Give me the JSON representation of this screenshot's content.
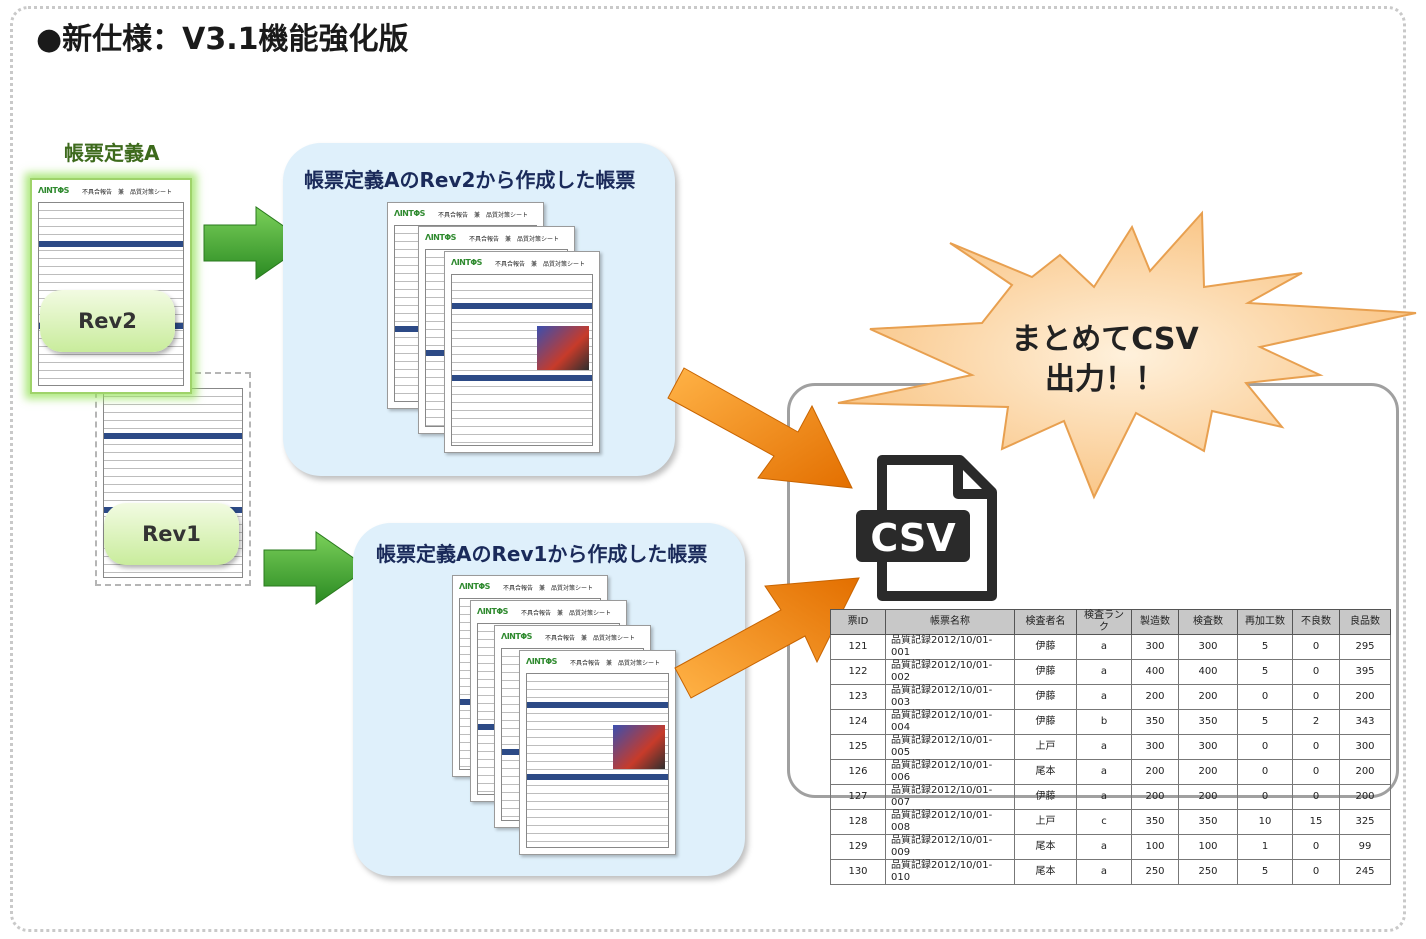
{
  "title": "●新仕様：V3.1機能強化版",
  "definition_label": "帳票定義A",
  "rev2_label": "Rev2",
  "rev1_label": "Rev1",
  "panel_rev2_title": "帳票定義AのRev2から作成した帳票",
  "panel_rev1_title": "帳票定義AのRev1から作成した帳票",
  "burst_text_line1": "まとめてCSV",
  "burst_text_line2": "出力！！",
  "csv_icon_label": "CSV",
  "doc": {
    "logo": "ΛINTΦS",
    "title": "不具合報告　兼　品質対策シート"
  },
  "colors": {
    "green_arrow": "#3aa32a",
    "orange_arrow": "#ee8a10",
    "panel_bg": "#dff0fb",
    "burst": "#fcd29a"
  },
  "csv_table": {
    "headers": [
      "票ID",
      "帳票名称",
      "検査者名",
      "検査ランク",
      "製造数",
      "検査数",
      "再加工数",
      "不良数",
      "良品数"
    ],
    "rows": [
      [
        "121",
        "品質記録2012/10/01-001",
        "伊藤",
        "a",
        "300",
        "300",
        "5",
        "0",
        "295"
      ],
      [
        "122",
        "品質記録2012/10/01-002",
        "伊藤",
        "a",
        "400",
        "400",
        "5",
        "0",
        "395"
      ],
      [
        "123",
        "品質記録2012/10/01-003",
        "伊藤",
        "a",
        "200",
        "200",
        "0",
        "0",
        "200"
      ],
      [
        "124",
        "品質記録2012/10/01-004",
        "伊藤",
        "b",
        "350",
        "350",
        "5",
        "2",
        "343"
      ],
      [
        "125",
        "品質記録2012/10/01-005",
        "上戸",
        "a",
        "300",
        "300",
        "0",
        "0",
        "300"
      ],
      [
        "126",
        "品質記録2012/10/01-006",
        "尾本",
        "a",
        "200",
        "200",
        "0",
        "0",
        "200"
      ],
      [
        "127",
        "品質記録2012/10/01-007",
        "伊藤",
        "a",
        "200",
        "200",
        "0",
        "0",
        "200"
      ],
      [
        "128",
        "品質記録2012/10/01-008",
        "上戸",
        "c",
        "350",
        "350",
        "10",
        "15",
        "325"
      ],
      [
        "129",
        "品質記録2012/10/01-009",
        "尾本",
        "a",
        "100",
        "100",
        "1",
        "0",
        "99"
      ],
      [
        "130",
        "品質記録2012/10/01-010",
        "尾本",
        "a",
        "250",
        "250",
        "5",
        "0",
        "245"
      ]
    ]
  }
}
